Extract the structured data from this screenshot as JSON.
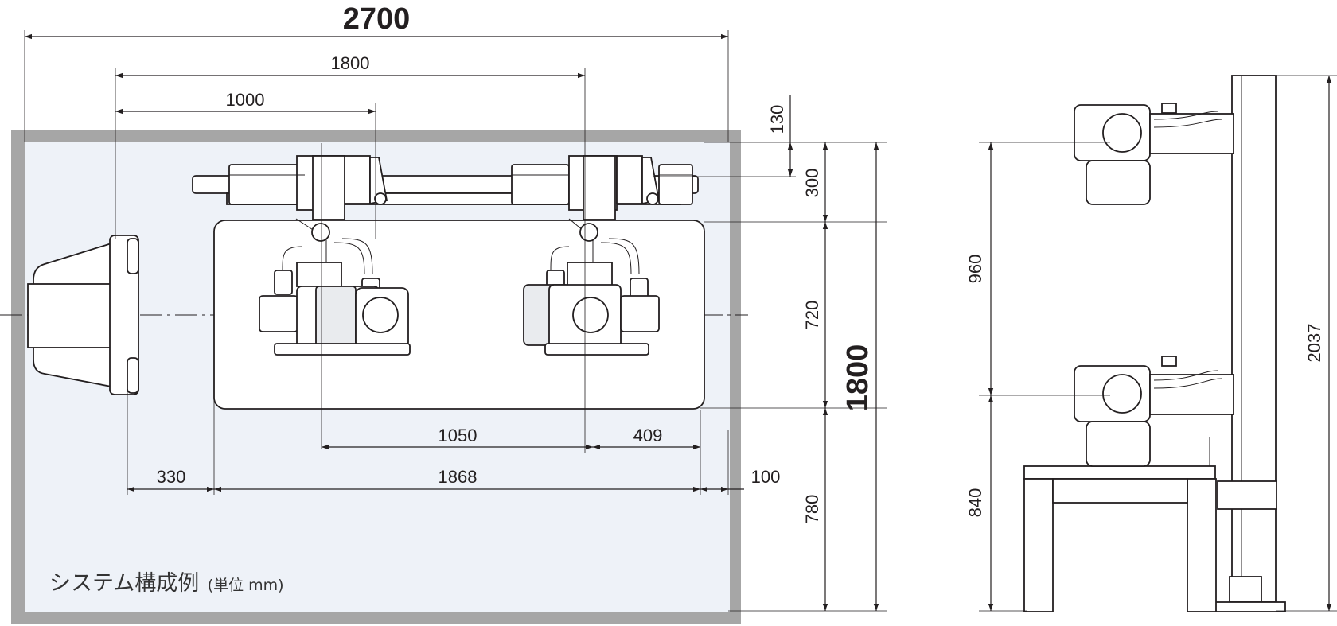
{
  "dims": {
    "total_width": "2700",
    "rail_span": "1800",
    "first_offset": "1000",
    "top_gap": "130",
    "rail_height": "300",
    "table_depth_upper": "720",
    "total_depth": "1800",
    "front_clear": "780",
    "pump_pitch": "1050",
    "pump_edge": "409",
    "left_clear": "330",
    "table_width": "1868",
    "right_clear": "100",
    "side_upper": "960",
    "side_lower": "840",
    "side_total": "2037"
  },
  "caption": {
    "main": "システム構成例",
    "unit": "(単位 mm)"
  },
  "colors": {
    "room_wall": "#a6a6a6",
    "room_floor": "#eef2f8",
    "line": "#231f20"
  }
}
